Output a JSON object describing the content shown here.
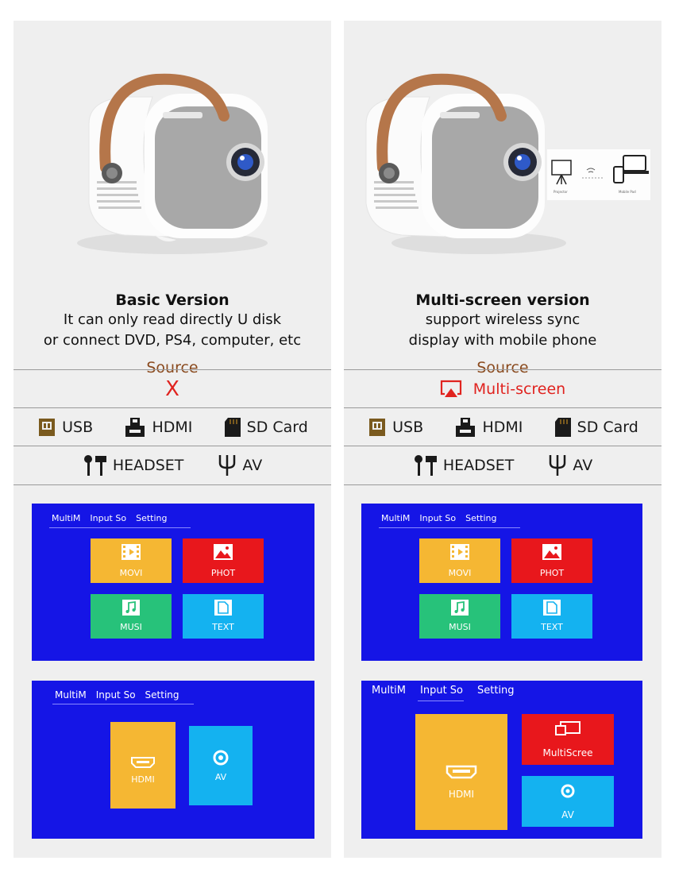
{
  "left": {
    "title": "Basic Version",
    "line1": "It can only read directly U disk",
    "line2": "or connect DVD, PS4, computer, etc",
    "source": "Source",
    "feature_mark": "X",
    "ports_row1": [
      "USB",
      "HDMI",
      "SD Card"
    ],
    "ports_row2": [
      "HEADSET",
      "AV"
    ],
    "screen1": {
      "menu": [
        "MultiM",
        "Input So",
        "Setting"
      ],
      "tiles": [
        "MOVI",
        "PHOT",
        "MUSI",
        "TEXT"
      ]
    },
    "screen2": {
      "menu": [
        "MultiM",
        "Input So",
        "Setting"
      ],
      "tiles": [
        "HDMI",
        "AV"
      ]
    }
  },
  "right": {
    "title": "Multi-screen version",
    "line1": "support wireless sync",
    "line2": "display with mobile phone",
    "source": "Source",
    "feature_label": "Multi-screen",
    "ports_row1": [
      "USB",
      "HDMI",
      "SD Card"
    ],
    "ports_row2": [
      "HEADSET",
      "AV"
    ],
    "diagram_labels": [
      "Projector",
      "Mobile Pad"
    ],
    "screen1": {
      "menu": [
        "MultiM",
        "Input So",
        "Setting"
      ],
      "tiles": [
        "MOVI",
        "PHOT",
        "MUSI",
        "TEXT"
      ]
    },
    "screen2": {
      "menu": [
        "MultiM",
        "Input So",
        "Setting"
      ],
      "tiles": [
        "HDMI",
        "MultiScree",
        "AV"
      ]
    }
  },
  "colors": {
    "accent_brown": "#8a4a1e",
    "accent_red": "#e0231f",
    "screen_blue": "#1515e6",
    "tile_orange": "#f5b733",
    "tile_red": "#e8171c",
    "tile_green": "#27c27a",
    "tile_sky": "#14b2f0"
  }
}
